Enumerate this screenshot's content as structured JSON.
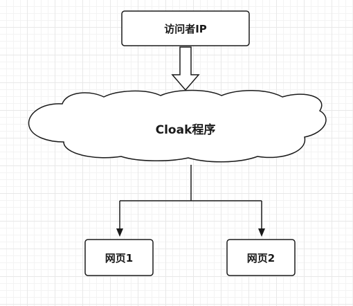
{
  "diagram": {
    "visitor_ip": "访问者IP",
    "cloak_program": "Cloak程序",
    "page_1": "网页1",
    "page_2": "网页2"
  },
  "colors": {
    "stroke": "#1a1a1a",
    "fill": "#ffffff",
    "grid": "#e8e8e8"
  }
}
